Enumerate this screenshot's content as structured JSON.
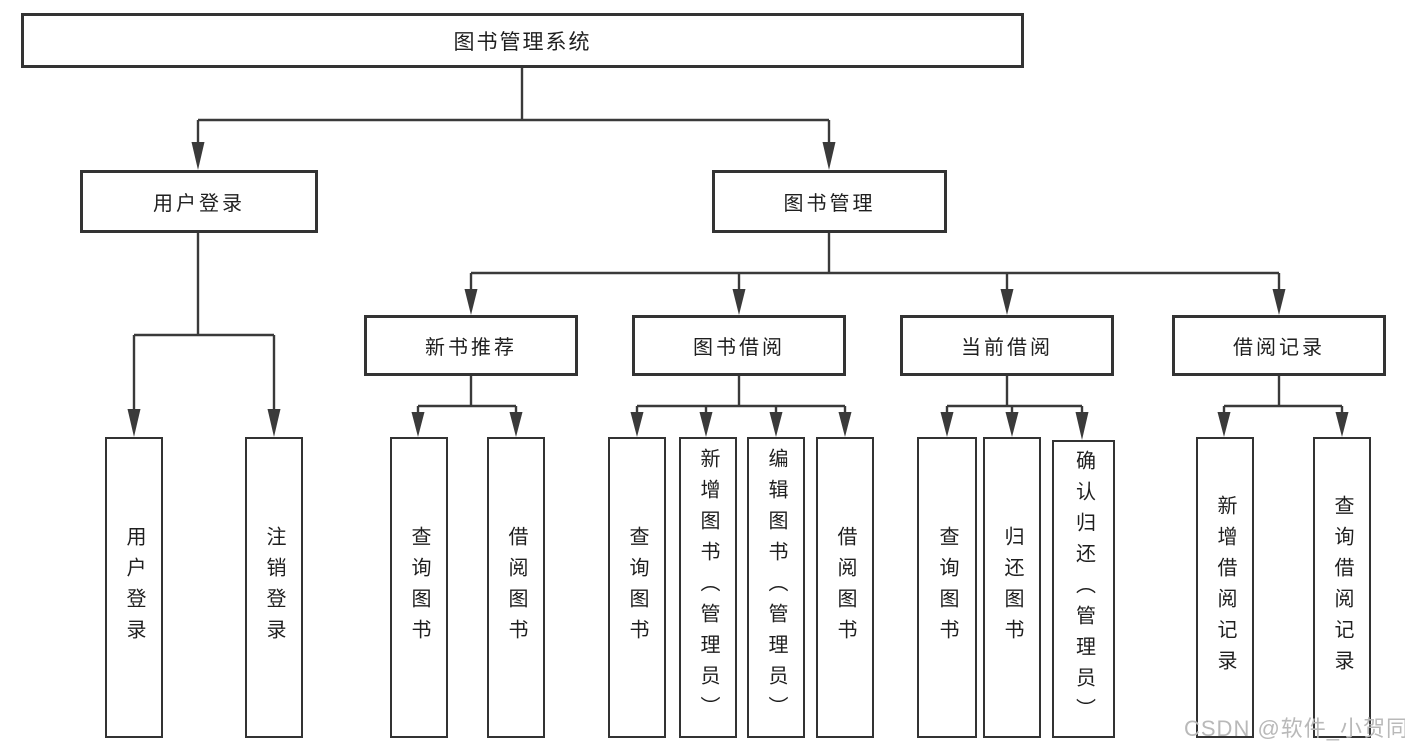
{
  "tree": {
    "label": "图书管理系统",
    "children": [
      {
        "label": "用户登录",
        "children": [
          {
            "label": "用户登录"
          },
          {
            "label": "注销登录"
          }
        ]
      },
      {
        "label": "图书管理",
        "children": [
          {
            "label": "新书推荐",
            "children": [
              {
                "label": "查询图书"
              },
              {
                "label": "借阅图书"
              }
            ]
          },
          {
            "label": "图书借阅",
            "children": [
              {
                "label": "查询图书"
              },
              {
                "label": "新增图书（管理员）"
              },
              {
                "label": "编辑图书（管理员）"
              },
              {
                "label": "借阅图书"
              }
            ]
          },
          {
            "label": "当前借阅",
            "children": [
              {
                "label": "查询图书"
              },
              {
                "label": "归还图书"
              },
              {
                "label": "确认归还（管理员）"
              }
            ]
          },
          {
            "label": "借阅记录",
            "children": [
              {
                "label": "新增借阅记录"
              },
              {
                "label": "查询借阅记录"
              }
            ]
          }
        ]
      }
    ]
  },
  "watermark": "CSDN @软件_小贺同学",
  "colors": {
    "line": "#3a3a3a",
    "box_border": "#333333",
    "text": "#1f1f1f",
    "watermark_text": "#b9b9b9",
    "background": "#ffffff"
  }
}
